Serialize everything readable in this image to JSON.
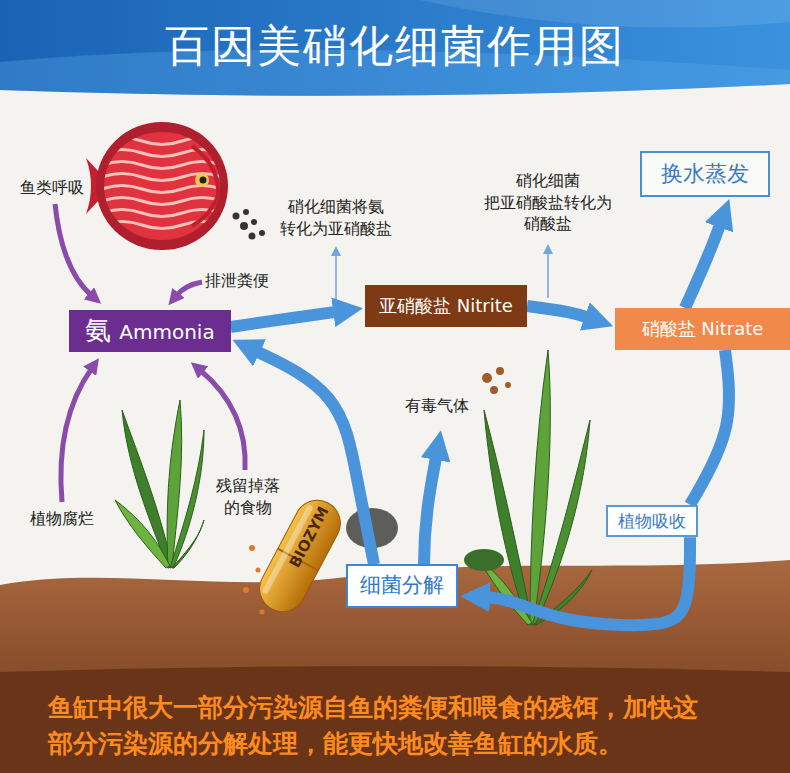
{
  "diagram": {
    "title": "百因美硝化细菌作用图",
    "caption": "鱼缸中很大一部分污染源自鱼的粪便和喂食的残饵，加快这 部分污染源的分解处理，能更快地改善鱼缸的水质。",
    "nodes": [
      {
        "text": [
          "氨",
          "Ammonia"
        ]
      },
      {
        "text": [
          "亚硝酸盐 Nitrite"
        ]
      },
      {
        "text": [
          "硝酸盐 Nitrate"
        ]
      },
      {
        "text": [
          "换水蒸发"
        ]
      },
      {
        "text": [
          "植物吸收"
        ]
      },
      {
        "text": [
          "细菌分解"
        ]
      }
    ],
    "edges": [
      {
        "from": 0,
        "to": 1,
        "arrow": "to"
      },
      {
        "from": 1,
        "to": 2,
        "arrow": "to"
      },
      {
        "from": 2,
        "to": 3,
        "arrow": "to"
      },
      {
        "from": 2,
        "to": 4,
        "arrow": "none"
      },
      {
        "from": 4,
        "to": 5,
        "arrow": "to"
      },
      {
        "from": 5,
        "to": 0,
        "arrow": "to"
      }
    ],
    "labels": [
      "鱼类呼吸",
      "排泄粪便",
      "硝化细菌将氨 转化为亚硝酸盐",
      "硝化细菌 把亚硝酸盐转化为 硝酸盐",
      "有毒气体",
      "植物腐烂",
      "残留掉落 的食物",
      "BIOZYM"
    ]
  }
}
